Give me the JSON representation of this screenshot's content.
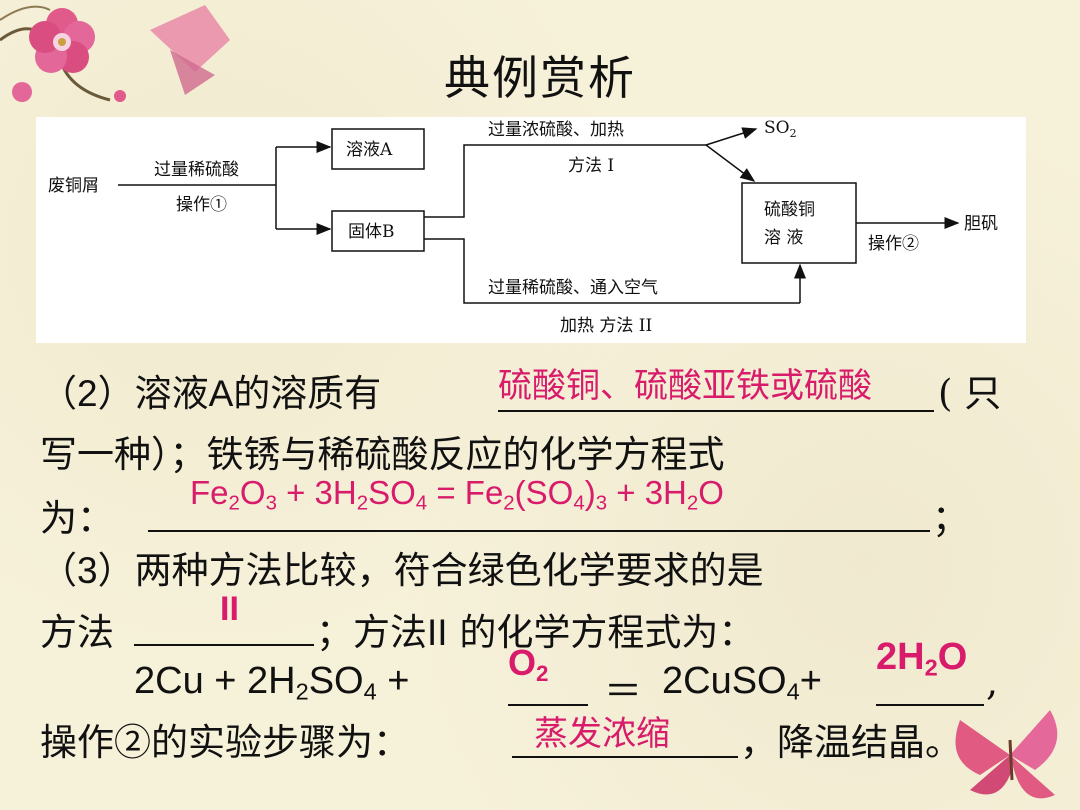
{
  "title": "典例赏析",
  "diagram": {
    "start": "废铜屑",
    "step1_top": "过量稀硫酸",
    "step1_bottom": "操作①",
    "box_a": "溶液A",
    "box_b": "固体B",
    "method1_top": "过量浓硫酸、加热",
    "method1_label": "方法 I",
    "product_so2": "SO",
    "product_so2_sub": "2",
    "box_cuso4_line1": "硫酸铜",
    "box_cuso4_line2": "溶  液",
    "step2": "操作②",
    "final": "胆矾",
    "method2_top": "过量稀硫酸、通入空气",
    "method2_bottom": "加热   方法 II"
  },
  "q2": {
    "prefix": "（",
    "num": "2",
    "text_a": "）溶液",
    "text_A": "A",
    "text_b": "的溶质有",
    "tail": "( 只",
    "line2": "写一种）；铁锈与稀硫酸反应的化学方程式",
    "line3_prefix": "为：",
    "line3_suffix": "；",
    "answer_solute": "硫酸铜、硫酸亚铁或硫酸",
    "answer_equation": "Fe2O3 + 3H2SO4 = Fe2(SO4)3 + 3H2O"
  },
  "q3": {
    "prefix": "（",
    "num": "3",
    "text_a": "）两种方法比较，符合绿色化学要求的是",
    "line2_a": "方法",
    "line2_b": "；方法",
    "line2_II": "II",
    "line2_c": " 的化学方程式为：",
    "answer_method": "II",
    "eq_left": "2Cu + 2H2SO4 + ",
    "eq_equals": "＝",
    "eq_mid": "2CuSO4+ ",
    "eq_end": ",",
    "answer_o2": "O2",
    "answer_h2o": "2H2O",
    "line4_prefix": "操作②的实验步骤为：",
    "line4_suffix": "，降温结晶。",
    "answer_steps": "蒸发浓缩"
  },
  "colors": {
    "answer": "#d81b6b",
    "background": "#f6f1d9"
  }
}
